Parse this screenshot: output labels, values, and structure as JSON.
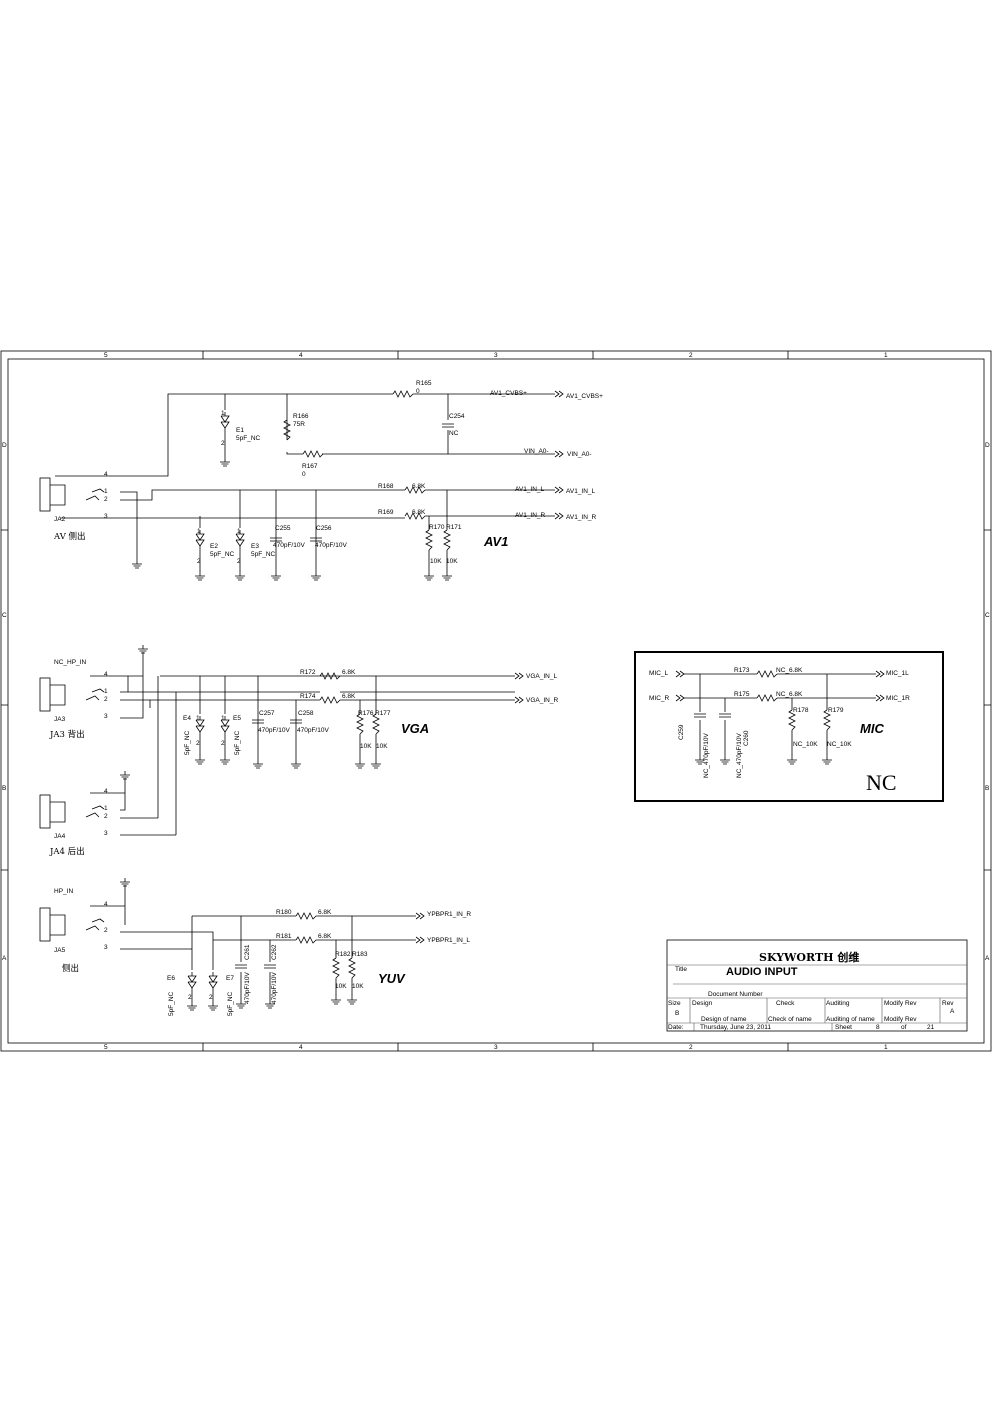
{
  "frame": {
    "col_labels": [
      "5",
      "4",
      "3",
      "2",
      "1"
    ],
    "row_labels": [
      "D",
      "C",
      "B",
      "A"
    ]
  },
  "av1": {
    "title": "AV1",
    "jack": "JA2",
    "jack_caption": "AV  侧出",
    "r165": "R165",
    "r165_val": "0",
    "r166": "R166",
    "r166_val": "75R",
    "r167": "R167",
    "r167_val": "0",
    "c254": "C254",
    "c254_val": "NC",
    "e1": "E1",
    "e1_val": "5pF_NC",
    "e2": "E2",
    "e2_val": "5pF_NC",
    "e3": "E3",
    "e3_val": "5pF_NC",
    "r168": "R168",
    "r168_val": "6.8K",
    "r169": "R169",
    "r169_val": "6.8K",
    "c255": "C255",
    "c255_val": "470pF/10V",
    "c256": "C256",
    "c256_val": "470pF/10V",
    "r170": "R170",
    "r171": "R171",
    "r170_val": "10K",
    "r171_val": "10K",
    "net_cvbs": "AV1_CVBS+",
    "port_cvbs": "AV1_CVBS+",
    "net_vin": "VIN_A0-",
    "port_vin": "VIN_A0-",
    "net_l": "AV1_IN_L",
    "port_l": "AV1_IN_L",
    "net_r": "AV1_IN_R",
    "port_r": "AV1_IN_R"
  },
  "vga": {
    "title": "VGA",
    "jack": "JA3",
    "jack_caption": "JA3  背出",
    "hp_net": "NC_HP_IN",
    "r172": "R172",
    "r172_val": "6.8K",
    "r174": "R174",
    "r174_val": "6.8K",
    "e4": "E4",
    "e4_val": "5pF_NC",
    "e5": "E5",
    "e5_val": "5pF_NC",
    "c257": "C257",
    "c257_val": "470pF/10V",
    "c258": "C258",
    "c258_val": "470pF/10V",
    "r176": "R176",
    "r177": "R177",
    "r176_val": "10K",
    "r177_val": "10K",
    "port_l": "VGA_IN_L",
    "port_r": "VGA_IN_R"
  },
  "ja4": {
    "jack": "JA4",
    "jack_caption": "JA4  后出"
  },
  "yuv": {
    "title": "YUV",
    "jack": "JA5",
    "jack_caption": "侧出",
    "hp_net": "HP_IN",
    "r180": "R180",
    "r180_val": "6.8K",
    "r181": "R181",
    "r181_val": "6.8K",
    "e6": "E6",
    "e6_val": "5pF_NC",
    "e7": "E7",
    "e7_val": "5pF_NC",
    "c261": "C261",
    "c261_val": "470pF/10V",
    "c262": "C262",
    "c262_val": "470pF/10V",
    "r182": "R182",
    "r183": "R183",
    "r182_val": "10K",
    "r183_val": "10K",
    "port_r": "YPBPR1_IN_R",
    "port_l": "YPBPR1_IN_L"
  },
  "mic": {
    "title": "MIC",
    "nc_mark": "NC",
    "in_l": "MIC_L",
    "in_r": "MIC_R",
    "r173": "R173",
    "r173_val": "NC_6.8K",
    "r175": "R175",
    "r175_val": "NC_6.8K",
    "out_l": "MIC_1L",
    "out_r": "MIC_1R",
    "c259": "C259",
    "c259_val": "NC_470pF/10V",
    "c260": "C260",
    "c260_val": "NC_470pF/10V",
    "r178": "R178",
    "r178_val": "NC_10K",
    "r179": "R179",
    "r179_val": "NC_10K"
  },
  "pins": {
    "p1": "1",
    "p2": "2",
    "p3": "3",
    "p4": "4"
  },
  "title_block": {
    "company": "SKYWORTH  创维",
    "title_label": "Title",
    "title": "AUDIO INPUT",
    "doc_number_label": "Document Number",
    "size_label": "Size",
    "size": "B",
    "design_label": "Design",
    "design_of_name": "Design of name",
    "check_label": "Check",
    "check_of_name": "Check  of  name",
    "auditing_label": "Auditing",
    "auditing_of_name": "Auditing of name",
    "modify_rev_label": "Modify Rev",
    "modify_rev_value": "Modify Rev",
    "rev_label": "Rev",
    "rev": "A",
    "date_label": "Date:",
    "date": "Thursday, June 23, 2011",
    "sheet_label": "Sheet",
    "sheet": "8",
    "of_label": "of",
    "sheets": "21"
  }
}
